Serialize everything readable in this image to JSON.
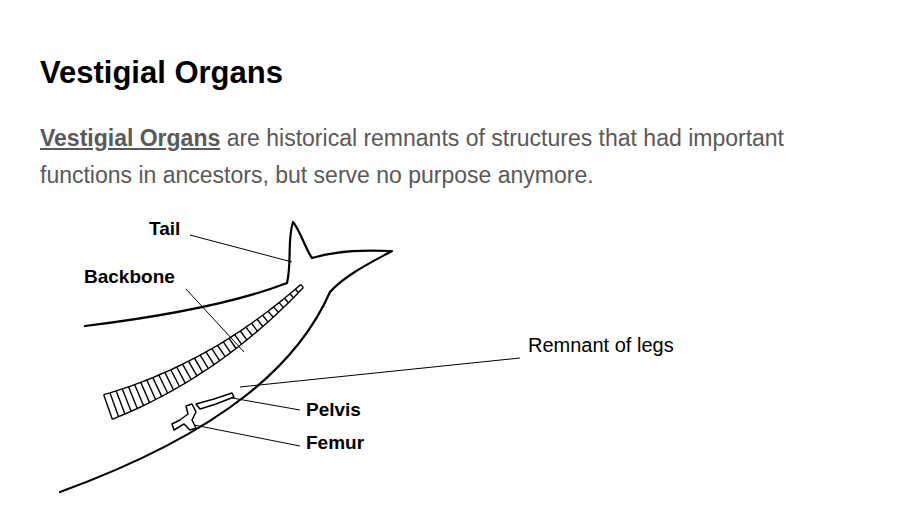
{
  "diagram": {
    "title": "Vestigial Organs",
    "labels": [
      "Vestigial Organs",
      "are historical remnants of structures that had important functions in ancestors, but serve no purpose anymore.",
      "Tail",
      "Backbone",
      "Remnant of legs",
      "Pelvis",
      "Femur"
    ]
  }
}
